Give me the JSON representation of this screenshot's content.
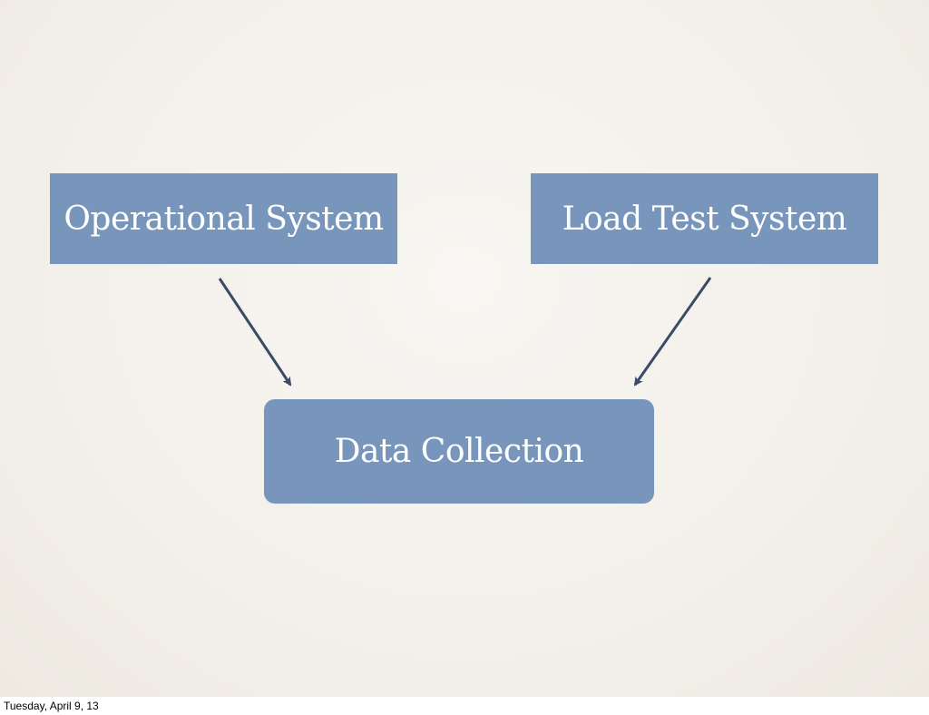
{
  "diagram": {
    "nodes": {
      "operational_system": "Operational System",
      "load_test_system": "Load Test System",
      "data_collection": "Data Collection"
    },
    "edges": [
      {
        "from": "operational_system",
        "to": "data_collection"
      },
      {
        "from": "load_test_system",
        "to": "data_collection"
      }
    ]
  },
  "colors": {
    "box_fill": "#7896bb",
    "box_text": "#ffffff",
    "arrow": "#3b4a66"
  },
  "footer": {
    "date": "Tuesday, April 9, 13"
  }
}
